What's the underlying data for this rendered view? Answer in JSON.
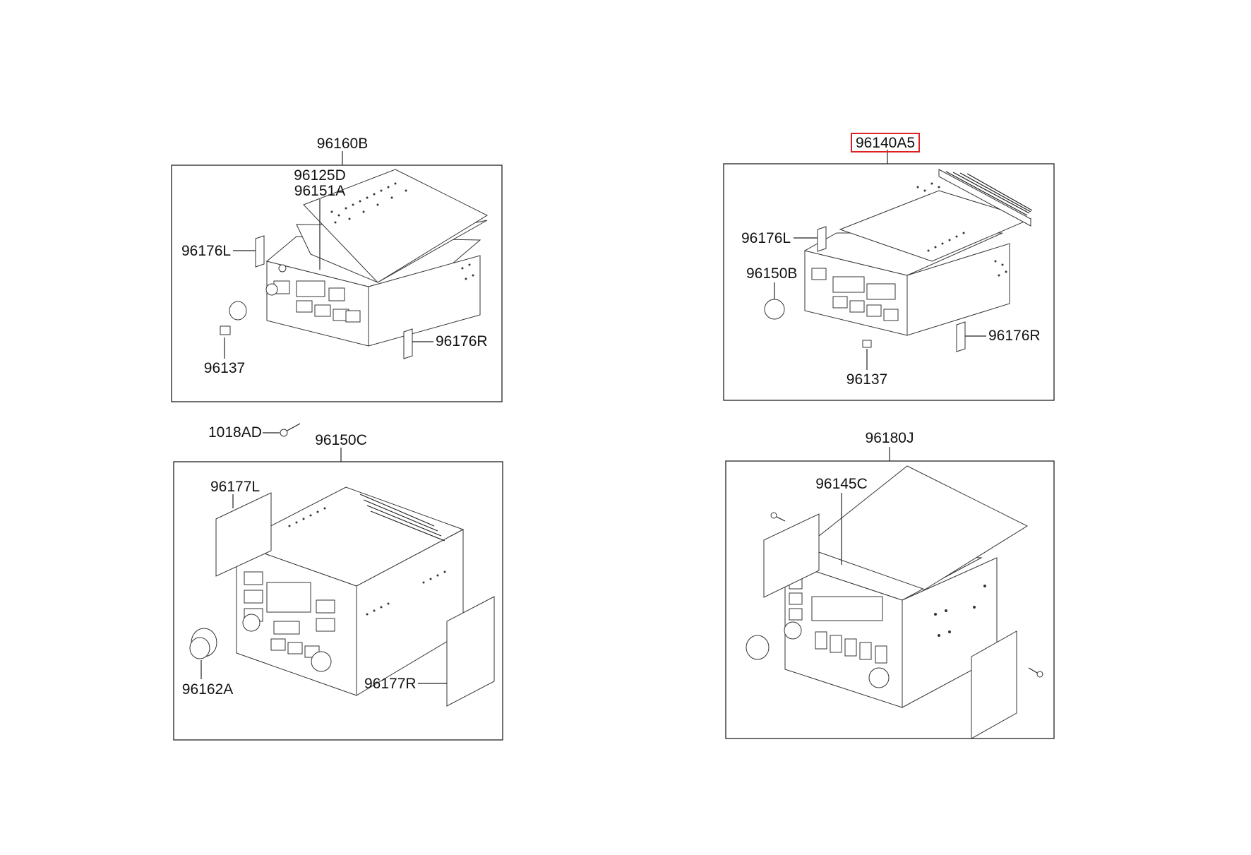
{
  "highlight_color": "#e02020",
  "groups": [
    {
      "assembly": "96160B",
      "callouts": [
        "96125D",
        "96151A",
        "96176L",
        "96176R",
        "96137"
      ]
    },
    {
      "assembly": "96140A5",
      "highlighted": true,
      "callouts": [
        "96176L",
        "96150B",
        "96176R",
        "96137"
      ]
    },
    {
      "assembly": "96150C",
      "callouts": [
        "1018AD",
        "96177L",
        "96162A",
        "96177R"
      ]
    },
    {
      "assembly": "96180J",
      "callouts": [
        "96145C"
      ]
    }
  ]
}
